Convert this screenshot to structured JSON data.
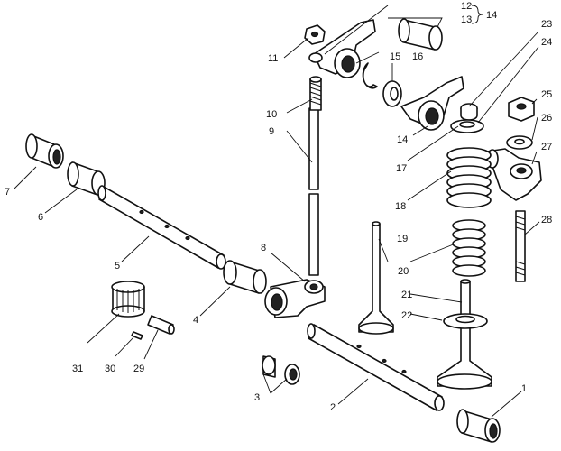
{
  "labels": [
    {
      "id": "1",
      "text": "1"
    },
    {
      "id": "2",
      "text": "2"
    },
    {
      "id": "3",
      "text": "3"
    },
    {
      "id": "4",
      "text": "4"
    },
    {
      "id": "5",
      "text": "5"
    },
    {
      "id": "6",
      "text": "6"
    },
    {
      "id": "7",
      "text": "7"
    },
    {
      "id": "8",
      "text": "8"
    },
    {
      "id": "9",
      "text": "9"
    },
    {
      "id": "10",
      "text": "10"
    },
    {
      "id": "11",
      "text": "11"
    },
    {
      "id": "12",
      "text": "12"
    },
    {
      "id": "13",
      "text": "13"
    },
    {
      "id": "14a",
      "text": "14"
    },
    {
      "id": "14b",
      "text": "14"
    },
    {
      "id": "15",
      "text": "15"
    },
    {
      "id": "16",
      "text": "16"
    },
    {
      "id": "17",
      "text": "17"
    },
    {
      "id": "18",
      "text": "18"
    },
    {
      "id": "19",
      "text": "19"
    },
    {
      "id": "20",
      "text": "20"
    },
    {
      "id": "21",
      "text": "21"
    },
    {
      "id": "22",
      "text": "22"
    },
    {
      "id": "23",
      "text": "23"
    },
    {
      "id": "24",
      "text": "24"
    },
    {
      "id": "25",
      "text": "25"
    },
    {
      "id": "26",
      "text": "26"
    },
    {
      "id": "27",
      "text": "27"
    },
    {
      "id": "28",
      "text": "28"
    },
    {
      "id": "29",
      "text": "29"
    },
    {
      "id": "30",
      "text": "30"
    },
    {
      "id": "31",
      "text": "31"
    }
  ]
}
